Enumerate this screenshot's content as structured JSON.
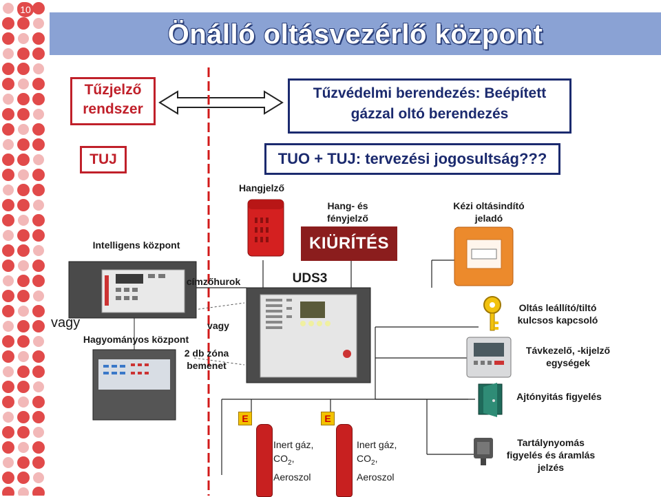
{
  "slide": {
    "number": "10",
    "title": "Önálló oltásvezérlő központ"
  },
  "boxes": {
    "fire_alarm": "Tűzjelző rendszer",
    "tuj": "TUJ",
    "protection": "Tűzvédelmi berendezés: Beépített gázzal oltó berendezés",
    "design": "TUO + TUJ: tervezési jogosultság???"
  },
  "labels": {
    "hangjelzo": "Hangjelző",
    "hang_es_fenyjelzo": "Hang- és fényjelző",
    "kiurites": "KIÜRÍTÉS",
    "kezi": "Kézi oltásindító jeladó",
    "intelligens": "Intelligens központ",
    "cimzohurok": "címzőhurok",
    "uds3": "UDS3",
    "vagy_left": "vagy",
    "vagy_mid": "vagy",
    "hagyomanyos": "Hagyományos központ",
    "zona": "2 db zóna bemenet",
    "oltas_kulcs": "Oltás leállító/tiltó kulcsos kapcsoló",
    "tavkezelo": "Távkezelő, -kijelző egységek",
    "ajto": "Ajtónyitás figyelés",
    "tartaly": "Tartálynyomás figyelés és áramlás jelzés",
    "e1": "E",
    "e2": "E",
    "gas1_line1": "Inert gáz,",
    "gas1_line2": "CO",
    "gas1_sub": "2",
    "gas1_line2b": ",",
    "gas1_line3": "Aeroszol",
    "gas2_line1": "Inert gáz,",
    "gas2_line2": "CO",
    "gas2_sub": "2",
    "gas2_line2b": ",",
    "gas2_line3": "Aeroszol"
  },
  "colors": {
    "title_bar": "#8aa2d4",
    "accent_red": "#c0202a",
    "accent_blue": "#1b2a6e",
    "dot_red": "#e14a4a",
    "dot_pink": "#f2b8b8"
  },
  "icons": [
    "key-icon",
    "door-icon",
    "pressure-switch-icon",
    "manual-call-point-icon",
    "siren-icon"
  ]
}
